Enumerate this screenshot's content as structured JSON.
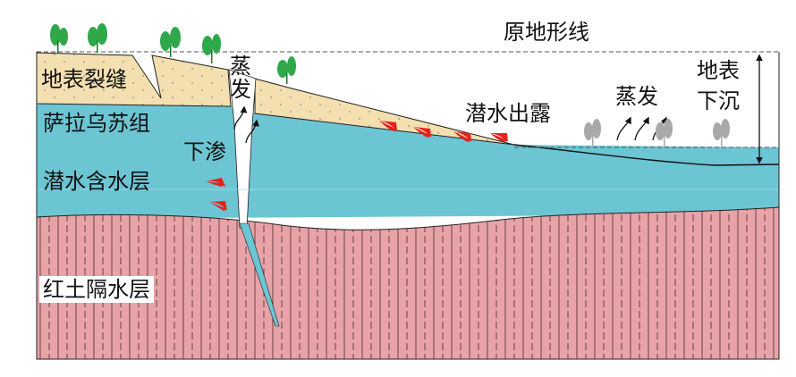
{
  "labels": {
    "original_terrain_line": "原地形线",
    "surface_cracks": "地表裂缝",
    "salawusu_formation": "萨拉乌苏组",
    "infiltration": "下渗",
    "phreatic_aquifer": "潜水含水层",
    "red_clay_aquitard": "红土隔水层",
    "evaporation_fissure_1": "蒸",
    "evaporation_fissure_2": "发",
    "phreatic_outcrop": "潜水出露",
    "evaporation": "蒸发",
    "subsidence_1": "地表",
    "subsidence_2": "下沉"
  },
  "colors": {
    "sand": "#f3dfb0",
    "aquifer": "#6cc5d3",
    "red_clay": "#e8a3a8",
    "vegetation": "#2fa84a",
    "dead_vegetation": "#a9a9a9",
    "flow_arrow": "#e8201c"
  }
}
